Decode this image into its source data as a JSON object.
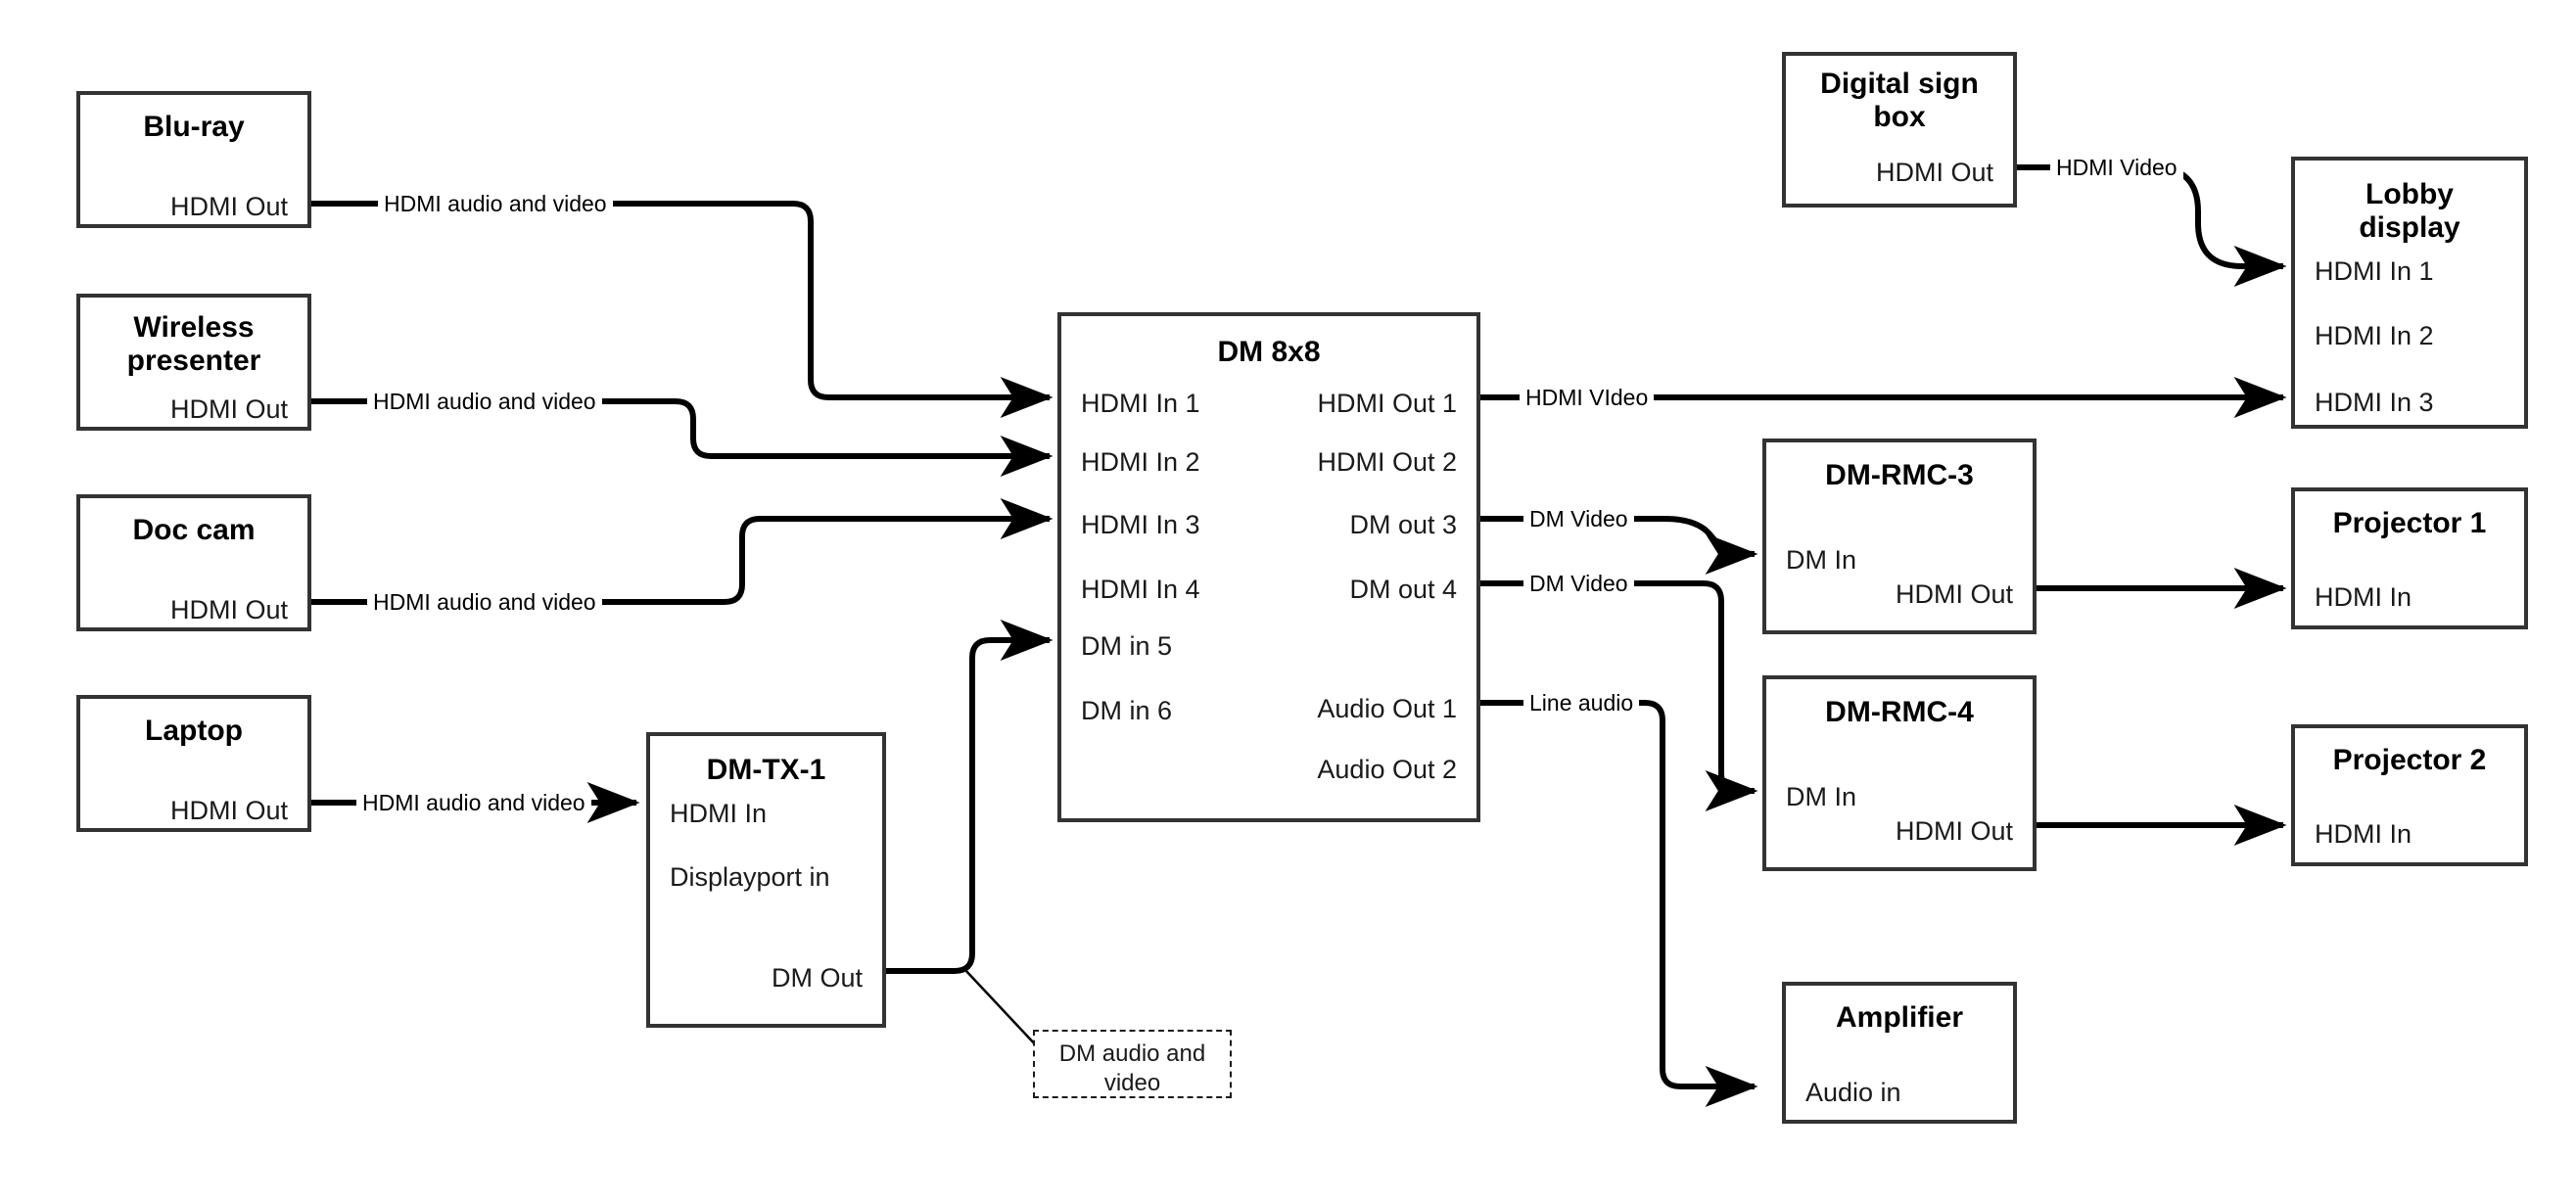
{
  "diagram": {
    "title": "AV signal flow diagram",
    "stroke_color": "#333333",
    "line_color": "#000000",
    "background": "#ffffff"
  },
  "nodes": {
    "bluray": {
      "title": "Blu-ray",
      "port_out": "HDMI Out"
    },
    "wireless": {
      "title": "Wireless\npresenter",
      "title_line1": "Wireless",
      "title_line2": "presenter",
      "port_out": "HDMI Out"
    },
    "doccam": {
      "title": "Doc cam",
      "port_out": "HDMI Out"
    },
    "laptop": {
      "title": "Laptop",
      "port_out": "HDMI Out"
    },
    "dmtx1": {
      "title": "DM-TX-1",
      "port_in_hdmi": "HDMI In",
      "port_in_dp": "Displayport in",
      "port_out": "DM Out"
    },
    "dm8x8": {
      "title": "DM 8x8",
      "inputs": [
        "HDMI In 1",
        "HDMI In 2",
        "HDMI In 3",
        "HDMI In 4",
        "DM in 5",
        "DM in 6"
      ],
      "outputs": [
        "HDMI Out 1",
        "HDMI Out 2",
        "DM out 3",
        "DM out 4",
        "Audio Out 1",
        "Audio Out 2"
      ]
    },
    "digitalsign": {
      "title_line1": "Digital sign",
      "title_line2": "box",
      "port_out": "HDMI Out"
    },
    "lobby": {
      "title_line1": "Lobby",
      "title_line2": "display",
      "inputs": [
        "HDMI In 1",
        "HDMI In 2",
        "HDMI In 3"
      ]
    },
    "dmrmc3": {
      "title": "DM-RMC-3",
      "port_in": "DM In",
      "port_out": "HDMI Out"
    },
    "dmrmc4": {
      "title": "DM-RMC-4",
      "port_in": "DM In",
      "port_out": "HDMI Out"
    },
    "projector1": {
      "title": "Projector 1",
      "port_in": "HDMI In"
    },
    "projector2": {
      "title": "Projector 2",
      "port_in": "HDMI In"
    },
    "amplifier": {
      "title": "Amplifier",
      "port_in": "Audio in"
    },
    "dm_note": {
      "line1": "DM audio and",
      "line2": "video"
    }
  },
  "edge_labels": {
    "bluray_to_dm": "HDMI audio and video",
    "wireless_to_dm": "HDMI audio and video",
    "doccam_to_dm": "HDMI audio and video",
    "laptop_to_tx": "HDMI audio and video",
    "sign_to_lobby": "HDMI Video",
    "dm_to_lobby": "HDMI VIdeo",
    "dm_to_rmc3": "DM Video",
    "dm_to_rmc4": "DM Video",
    "dm_to_amp": "Line audio"
  }
}
